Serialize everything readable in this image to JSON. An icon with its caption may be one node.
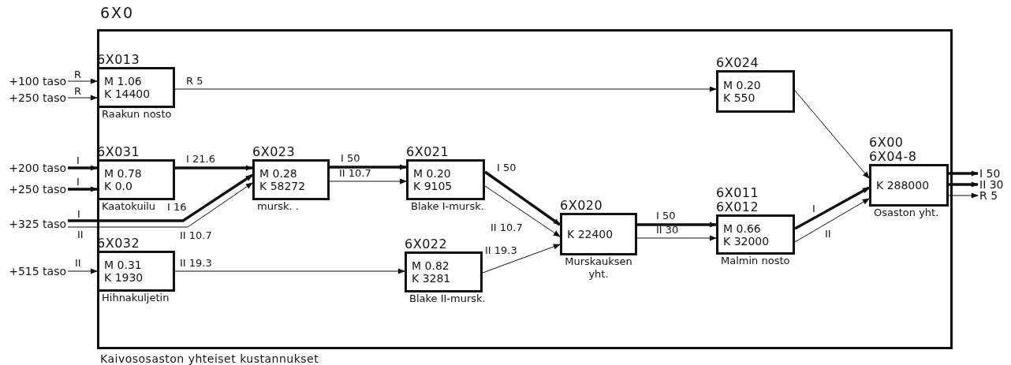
{
  "diagram": {
    "nodes": [
      {
        "text": [
          "6X0",
          "Kaivososaston yhteiset kustannukset"
        ]
      },
      {
        "text": [
          "+100 taso"
        ]
      },
      {
        "text": [
          "+250 taso"
        ]
      },
      {
        "text": [
          "6X013",
          "M 1.06",
          "K 14400"
        ],
        "in": 0,
        "beside": [
          "Raakun nosto"
        ]
      },
      {
        "text": [
          "+200 taso"
        ]
      },
      {
        "text": [
          "+250 taso"
        ]
      },
      {
        "text": [
          "+325 taso"
        ]
      },
      {
        "text": [
          "+515 taso"
        ]
      },
      {
        "text": [
          "6X031",
          "M 0.78",
          "K 0.0"
        ],
        "in": 0,
        "beside": [
          "Kaatokuilu"
        ]
      },
      {
        "text": [
          "6X032",
          "M 0.31",
          "K 1930"
        ],
        "in": 0,
        "beside": [
          "Hihnakuljetin"
        ]
      },
      {
        "text": [
          "6X023",
          "M 0.28",
          "K 58272"
        ],
        "in": 0,
        "beside": [
          "mursk. ."
        ]
      },
      {
        "text": [
          "6X021",
          "M 0.20",
          "K 9105"
        ],
        "in": 0,
        "beside": [
          "Blake I-mursk."
        ]
      },
      {
        "text": [
          "6X022",
          "M 0.82",
          "K 3281"
        ],
        "in": 0,
        "beside": [
          "Blake II-mursk."
        ]
      },
      {
        "text": [
          "6X020",
          "K 22400"
        ],
        "in": 0,
        "beside": [
          "Murskauksen yht."
        ]
      },
      {
        "text": [
          "6X024",
          "M 0.20",
          "K 550"
        ],
        "in": 0
      },
      {
        "text": [
          "6X011",
          "6X012",
          "M 0.66",
          "K 32000"
        ],
        "in": 0,
        "beside": [
          "Malmin nosto"
        ]
      },
      {
        "text": [
          "6X00",
          "6X04-8",
          "K 288000"
        ],
        "in": 0,
        "beside": [
          "Osaston yht."
        ]
      },
      {
        "text": [
          "I 50"
        ]
      },
      {
        "text": [
          "II 30"
        ]
      },
      {
        "text": [
          "R 5"
        ]
      }
    ],
    "edges": [
      {
        "from": 1,
        "to": 3,
        "arrow": "to",
        "label": "R"
      },
      {
        "from": 2,
        "to": 3,
        "arrow": "to",
        "label": "R"
      },
      {
        "from": 4,
        "to": 8,
        "arrow": "to",
        "label": "I",
        "style": "thick"
      },
      {
        "from": 5,
        "to": 8,
        "arrow": "to",
        "label": "I",
        "style": "thick"
      },
      {
        "from": 6,
        "to": 10,
        "arrow": "to",
        "label": "I 16",
        "style": "thick"
      },
      {
        "from": 6,
        "to": 10,
        "arrow": "to",
        "label": "II 10.7"
      },
      {
        "from": 7,
        "to": 9,
        "arrow": "to",
        "label": "II"
      },
      {
        "from": 3,
        "to": 14,
        "arrow": "to",
        "label": "R 5"
      },
      {
        "from": 8,
        "to": 10,
        "arrow": "to",
        "label": "I 21.6",
        "style": "thick"
      },
      {
        "from": 9,
        "to": 12,
        "arrow": "to",
        "label": "II 19.3"
      },
      {
        "from": 10,
        "to": 11,
        "arrow": "to",
        "label": "I 50",
        "style": "thick"
      },
      {
        "from": 10,
        "to": 11,
        "arrow": "to",
        "label": "II 10.7"
      },
      {
        "from": 11,
        "to": 13,
        "arrow": "to",
        "label": "I 50",
        "style": "thick"
      },
      {
        "from": 11,
        "to": 13,
        "arrow": "to",
        "label": "II 10.7"
      },
      {
        "from": 12,
        "to": 13,
        "arrow": "to",
        "label": "II 19.3"
      },
      {
        "from": 13,
        "to": 15,
        "arrow": "to",
        "label": "I 50",
        "style": "thick"
      },
      {
        "from": 13,
        "to": 15,
        "arrow": "to",
        "label": "II 30"
      },
      {
        "from": 14,
        "to": 16,
        "arrow": "to"
      },
      {
        "from": 15,
        "to": 16,
        "arrow": "to",
        "label": "I",
        "style": "thick"
      },
      {
        "from": 15,
        "to": 16,
        "arrow": "to",
        "label": "II"
      },
      {
        "from": 16,
        "to": 17,
        "arrow": "to",
        "style": "thick"
      },
      {
        "from": 16,
        "to": 18,
        "arrow": "to",
        "style": "thick"
      },
      {
        "from": 16,
        "to": 19,
        "arrow": "to"
      }
    ],
    "labels": [
      "I",
      "II"
    ]
  }
}
